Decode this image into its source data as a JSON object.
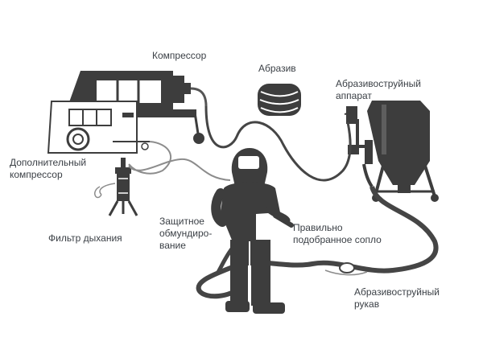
{
  "labels": {
    "compressor": "Компрессор",
    "abrasive": "Абразив",
    "blast_machine": [
      "Абразивоструйный",
      "аппарат"
    ],
    "extra_compressor": [
      "Дополнительный",
      "компрессор"
    ],
    "breathing_filter": "Фильтр дыхания",
    "protective_suit": [
      "Защитное",
      "обмундиро-",
      "вание"
    ],
    "nozzle": [
      "Правильно",
      "подобранное сопло"
    ],
    "blast_hose": [
      "Абразивоструйный",
      "рукав"
    ]
  },
  "colors": {
    "equipment": "#3d3d3d",
    "hose": "#454545",
    "air_line": "#8c8c8c",
    "text": "#3a3f45"
  }
}
